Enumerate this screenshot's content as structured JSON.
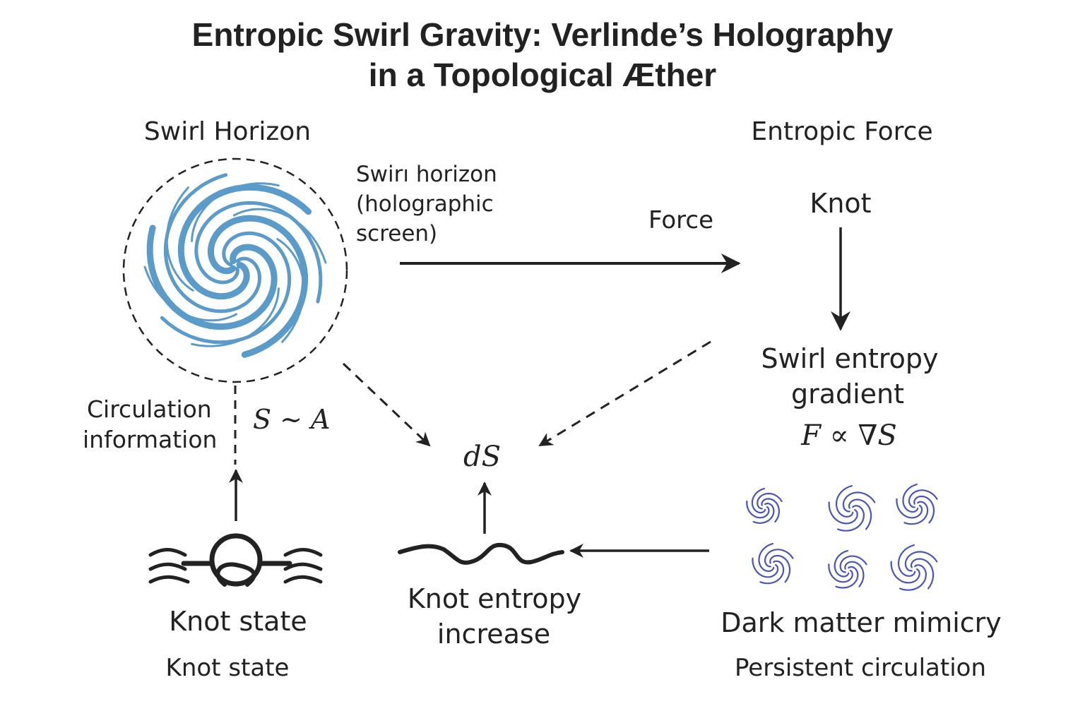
{
  "title": {
    "line1": "Entropic Swirl Gravity: Verlinde’s Holography",
    "line2": "in a Topological Æther"
  },
  "swirl_horizon": {
    "heading": "Swirl Horizon",
    "annotation": [
      "Swirı horizon",
      "(holographic",
      "screen)"
    ],
    "spiral_color": "#5b9bc9"
  },
  "entropic_force": {
    "heading": "Entropic Force",
    "knot_label": "Knot",
    "gradient_label": [
      "Swirl entropy",
      "gradient"
    ],
    "formula": "F ∝ ∇S"
  },
  "force_arrow_label": "Force",
  "circulation": {
    "label": [
      "Circulation",
      "information"
    ],
    "formula": "S ∼ A"
  },
  "center_node": {
    "formula": "dS"
  },
  "knot_state": {
    "label": "Knot state",
    "sublabel": "Knot state"
  },
  "knot_entropy": {
    "label": [
      "Knot entropy",
      "increase"
    ]
  },
  "dark_matter": {
    "label": "Dark matter mimicry",
    "sublabel": "Persistent circulation",
    "swirl_color": "#4a55b8"
  },
  "colors": {
    "ink": "#222222"
  }
}
